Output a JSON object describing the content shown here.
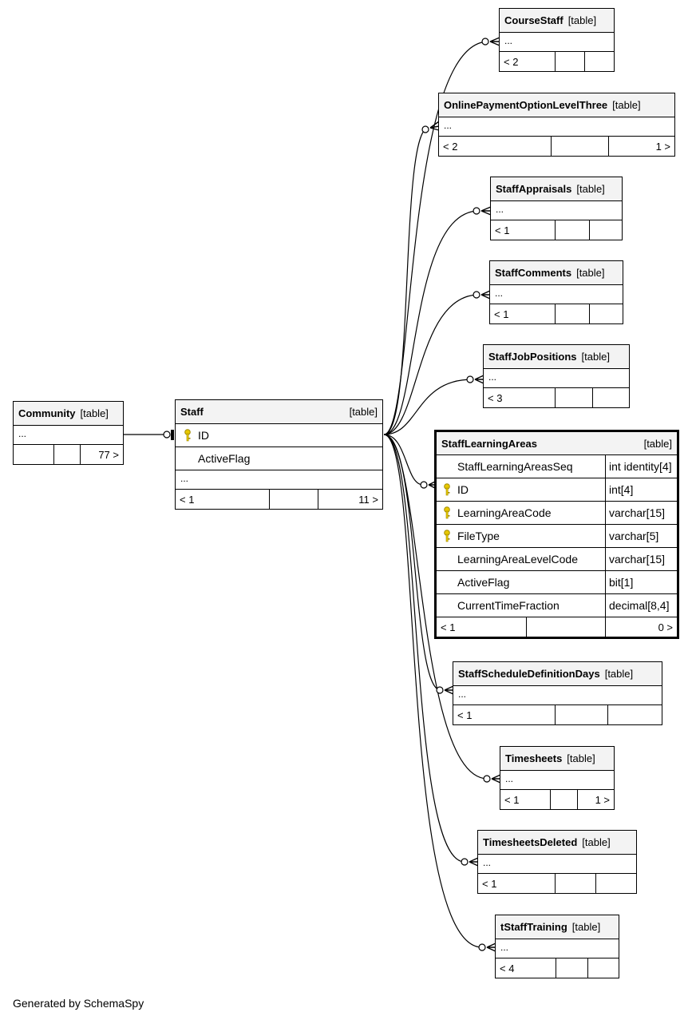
{
  "tables": {
    "course_staff": {
      "name": "CourseStaff",
      "tag": "[table]",
      "ellipsis": "...",
      "foot": [
        "< 2",
        "",
        ""
      ]
    },
    "online_payment": {
      "name": "OnlinePaymentOptionLevelThree",
      "tag": "[table]",
      "ellipsis": "...",
      "foot": [
        "< 2",
        "",
        "1 >"
      ]
    },
    "staff_appraisals": {
      "name": "StaffAppraisals",
      "tag": "[table]",
      "ellipsis": "...",
      "foot": [
        "< 1",
        "",
        ""
      ]
    },
    "staff_comments": {
      "name": "StaffComments",
      "tag": "[table]",
      "ellipsis": "...",
      "foot": [
        "< 1",
        "",
        ""
      ]
    },
    "staff_job_positions": {
      "name": "StaffJobPositions",
      "tag": "[table]",
      "ellipsis": "...",
      "foot": [
        "< 3",
        "",
        ""
      ]
    },
    "community": {
      "name": "Community",
      "tag": "[table]",
      "ellipsis": "...",
      "foot": [
        "",
        "",
        "77 >"
      ]
    },
    "staff": {
      "name": "Staff",
      "tag": "[table]",
      "columns": [
        {
          "name": "ID",
          "key": true
        },
        {
          "name": "ActiveFlag",
          "key": false
        }
      ],
      "ellipsis": "...",
      "foot": [
        "< 1",
        "",
        "11 >"
      ]
    },
    "staff_learning_areas": {
      "name": "StaffLearningAreas",
      "tag": "[table]",
      "columns": [
        {
          "name": "StaffLearningAreasSeq",
          "type": "int identity[4]",
          "key": false
        },
        {
          "name": "ID",
          "type": "int[4]",
          "key": true
        },
        {
          "name": "LearningAreaCode",
          "type": "varchar[15]",
          "key": true
        },
        {
          "name": "FileType",
          "type": "varchar[5]",
          "key": true
        },
        {
          "name": "LearningAreaLevelCode",
          "type": "varchar[15]",
          "key": false
        },
        {
          "name": "ActiveFlag",
          "type": "bit[1]",
          "key": false
        },
        {
          "name": "CurrentTimeFraction",
          "type": "decimal[8,4]",
          "key": false
        }
      ],
      "foot": [
        "< 1",
        "",
        "0 >"
      ]
    },
    "staff_schedule_def_days": {
      "name": "StaffScheduleDefinitionDays",
      "tag": "[table]",
      "ellipsis": "...",
      "foot": [
        "< 1",
        "",
        ""
      ]
    },
    "timesheets": {
      "name": "Timesheets",
      "tag": "[table]",
      "ellipsis": "...",
      "foot": [
        "< 1",
        "",
        "1 >"
      ]
    },
    "timesheets_deleted": {
      "name": "TimesheetsDeleted",
      "tag": "[table]",
      "ellipsis": "...",
      "foot": [
        "< 1",
        "",
        ""
      ]
    },
    "t_staff_training": {
      "name": "tStaffTraining",
      "tag": "[table]",
      "ellipsis": "...",
      "foot": [
        "< 4",
        "",
        ""
      ]
    }
  },
  "footer": {
    "generated_by": "Generated by SchemaSpy"
  },
  "colors": {
    "header_bg": "#f3f3f3",
    "key_icon": "#e8c800",
    "line": "#000000"
  },
  "icons": {
    "primary_key": "key-icon"
  }
}
